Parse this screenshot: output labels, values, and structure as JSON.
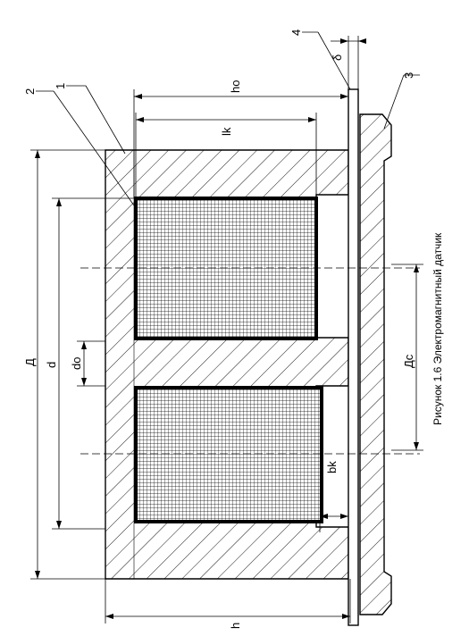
{
  "caption": "Рисунок 1.6 Электромагнитный датчик",
  "part_numbers": {
    "p1": "1",
    "p2": "2",
    "p3": "3",
    "p4": "4"
  },
  "dimensions": {
    "outer_diameter": "Д",
    "inner_diameter": "d",
    "core_diameter": "do",
    "disc_diameter": "Дс",
    "height": "h",
    "window_height": "ho",
    "coil_length": "lk",
    "coil_width": "bk",
    "gap": "δ"
  },
  "colors": {
    "line": "#000000",
    "paper": "#ffffff"
  }
}
